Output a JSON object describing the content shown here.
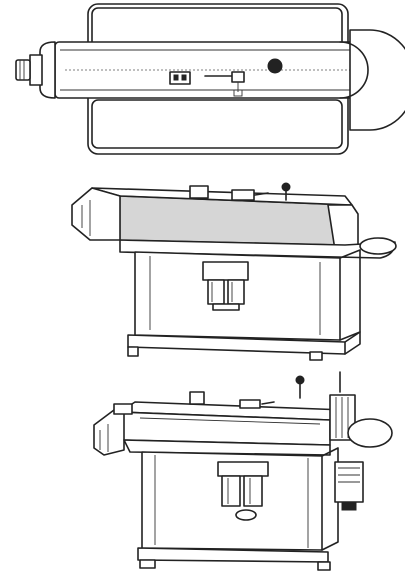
{
  "figure": {
    "views": [
      {
        "id": "top-view"
      },
      {
        "id": "front-view"
      },
      {
        "id": "front-view-with-motor"
      }
    ]
  },
  "colors": {
    "line": "#222222",
    "background": "#ffffff",
    "belt_texture": "#d6d6d6"
  }
}
